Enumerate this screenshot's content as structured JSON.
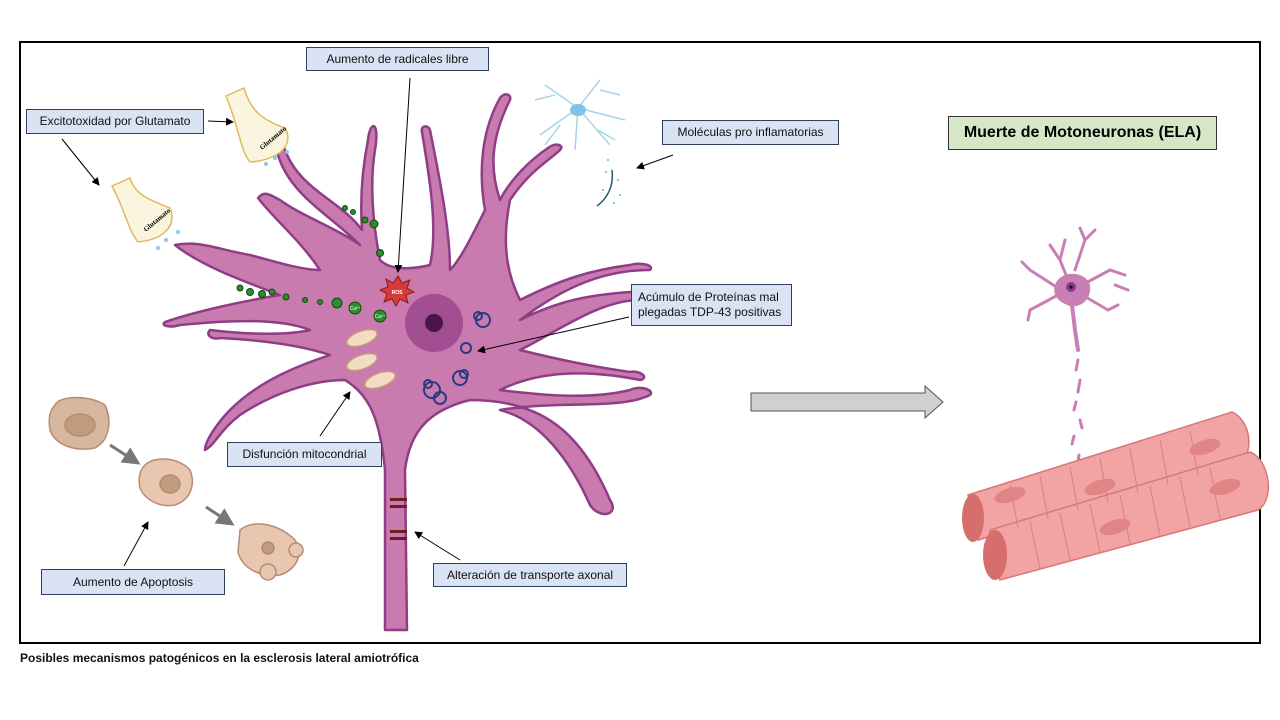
{
  "labels": {
    "radicales": "Aumento  de radicales libre",
    "glutamato": "Excitotoxidad por Glutamato",
    "inflamatorias": "Moléculas pro inflamatorias",
    "proteinas_1": "Acúmulo de Proteínas mal",
    "proteinas_2": "plegadas TDP-43 positivas",
    "mitocondrial": "Disfunción mitocondrial",
    "transporte": "Alteración de transporte axonal",
    "apoptosis": "Aumento  de Apoptosis"
  },
  "result_title": "Muerte de Motoneuronas (ELA)",
  "caption": "Posibles mecanismos patogénicos en la esclerosis lateral amiotrófica",
  "illustration_text": {
    "glutamate_vesicle": "Glutamato",
    "ros": "ROS",
    "calcium": "Ca²⁺"
  },
  "colors": {
    "neuron": "#c97bb0",
    "neuron_outline": "#8e3d86",
    "label_fill": "#dae3f3",
    "title_fill": "#d6e7c8",
    "muscle": "#f0a0a0",
    "arrow": "#d0d0d0"
  }
}
